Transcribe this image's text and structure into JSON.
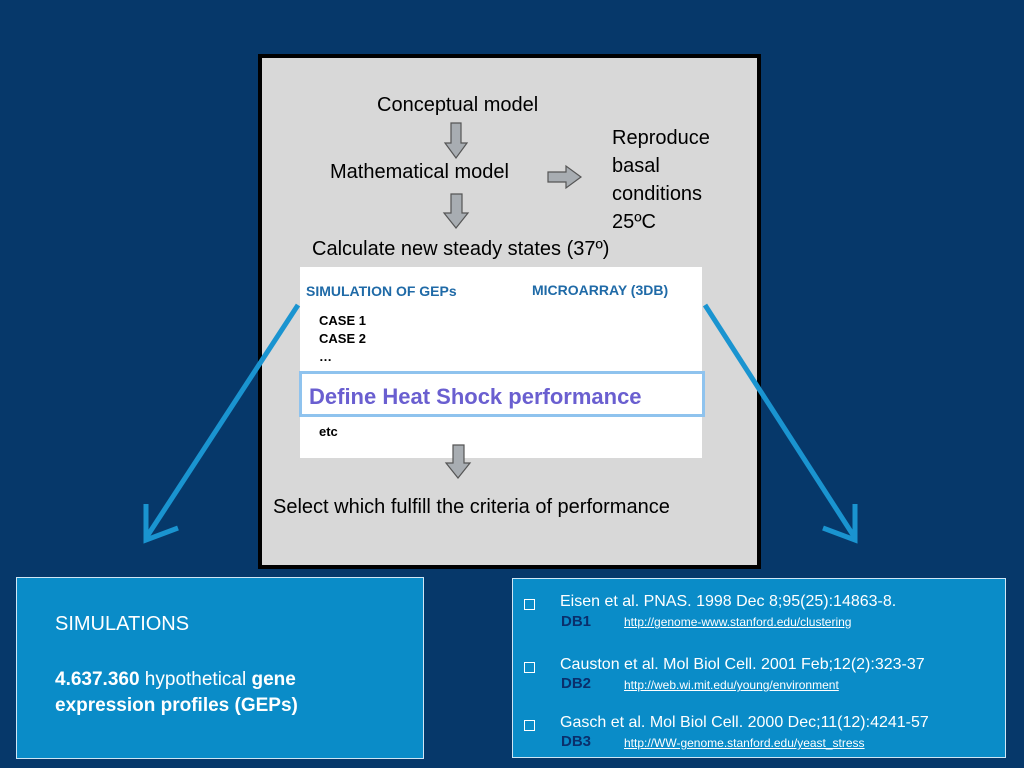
{
  "flow": {
    "conceptual": "Conceptual model",
    "mathematical": "Mathematical model",
    "reproduce": [
      "Reproduce",
      "basal",
      "conditions",
      "25ºC"
    ],
    "calculate": "Calculate new steady states (37º)",
    "select": "Select which fulfill the criteria of performance"
  },
  "inner": {
    "sim_header": "SIMULATION  OF GEPs",
    "microarray_header": "MICROARRAY (3DB)",
    "cases": [
      "CASE 1",
      "CASE 2",
      "…",
      "…"
    ],
    "etc": "etc",
    "define": "Define Heat Shock performance"
  },
  "simulations": {
    "title": "SIMULATIONS",
    "count": "4.637.360",
    "hypothetical": " hypothetical ",
    "gene": "gene",
    "profiles": "expression profiles (GEPs)"
  },
  "databases": [
    {
      "ref": "Eisen et al. PNAS. 1998 Dec 8;95(25):14863-8.",
      "label": "DB1",
      "url": "http://genome-www.stanford.edu/clustering"
    },
    {
      "ref": "Causton et al. Mol Biol Cell. 2001 Feb;12(2):323-37",
      "label": "DB2",
      "url": "http://web.wi.mit.edu/young/environment"
    },
    {
      "ref": "Gasch et al. Mol Biol Cell. 2000 Dec;11(12):4241-57",
      "label": "DB3",
      "url": "http://WW-genome.stanford.edu/yeast_stress"
    }
  ],
  "colors": {
    "background": "#06386a",
    "panel": "#d8d8d8",
    "bottom_boxes": "#0a8cc8",
    "arrow_blue": "#1a94d0",
    "define_text": "#6a5fd0"
  },
  "icons": [
    "down-arrow-icon",
    "right-arrow-icon",
    "diagonal-arrow-icon",
    "checkbox-icon"
  ]
}
